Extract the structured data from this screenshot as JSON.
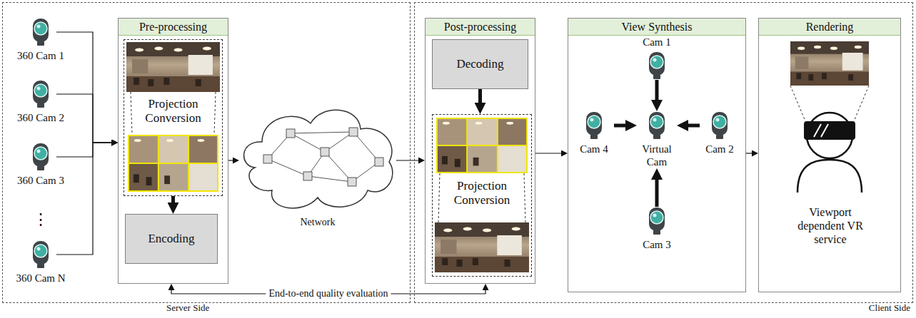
{
  "diagram": {
    "nodes": [
      {
        "text": [
          "Server Side"
        ]
      },
      {
        "text": [
          "360 Cam 1"
        ],
        "in": 0
      },
      {
        "text": [
          "360 Cam 2"
        ],
        "in": 0
      },
      {
        "text": [
          "360 Cam 3"
        ],
        "in": 0
      },
      {
        "text": [
          "360 Cam N"
        ],
        "in": 0
      },
      {
        "text": [
          "Pre-processing"
        ],
        "in": 0
      },
      {
        "text": [
          "Projection Conversion"
        ],
        "in": 5
      },
      {
        "text": [
          "Encoding"
        ],
        "in": 5
      },
      {
        "text": [
          "Network"
        ],
        "in": 0
      },
      {
        "text": [
          "Client Side"
        ]
      },
      {
        "text": [
          "Post-processing"
        ],
        "in": 9
      },
      {
        "text": [
          "Decoding"
        ],
        "in": 10
      },
      {
        "text": [
          "Projection Conversion"
        ],
        "in": 10
      },
      {
        "text": [
          "View Synthesis"
        ],
        "in": 9
      },
      {
        "text": [
          "Cam 1"
        ],
        "in": 13
      },
      {
        "text": [
          "Cam 4"
        ],
        "in": 13
      },
      {
        "text": [
          "Virtual Cam"
        ],
        "in": 13
      },
      {
        "text": [
          "Cam 2"
        ],
        "in": 13
      },
      {
        "text": [
          "Cam 3"
        ],
        "in": 13
      },
      {
        "text": [
          "Rendering",
          "Viewport dependent VR service"
        ],
        "in": 9
      }
    ],
    "edges": [
      {
        "from": 1,
        "to": 5,
        "arrow": "to"
      },
      {
        "from": 2,
        "to": 5,
        "arrow": "to"
      },
      {
        "from": 3,
        "to": 5,
        "arrow": "to"
      },
      {
        "from": 4,
        "to": 5,
        "arrow": "to"
      },
      {
        "from": 6,
        "to": 7,
        "arrow": "to"
      },
      {
        "from": 5,
        "to": 8,
        "arrow": "to"
      },
      {
        "from": 8,
        "to": 10,
        "arrow": "to"
      },
      {
        "from": 11,
        "to": 12,
        "arrow": "to"
      },
      {
        "from": 10,
        "to": 13,
        "arrow": "to"
      },
      {
        "from": 14,
        "to": 16,
        "arrow": "to"
      },
      {
        "from": 15,
        "to": 16,
        "arrow": "to"
      },
      {
        "from": 17,
        "to": 16,
        "arrow": "to"
      },
      {
        "from": 18,
        "to": 16,
        "arrow": "to"
      },
      {
        "from": 13,
        "to": 19,
        "arrow": "to"
      },
      {
        "from": 10,
        "to": 5,
        "label": "End-to-end quality evaluation",
        "arrow": "both"
      }
    ],
    "labels": [
      "⋮"
    ]
  }
}
